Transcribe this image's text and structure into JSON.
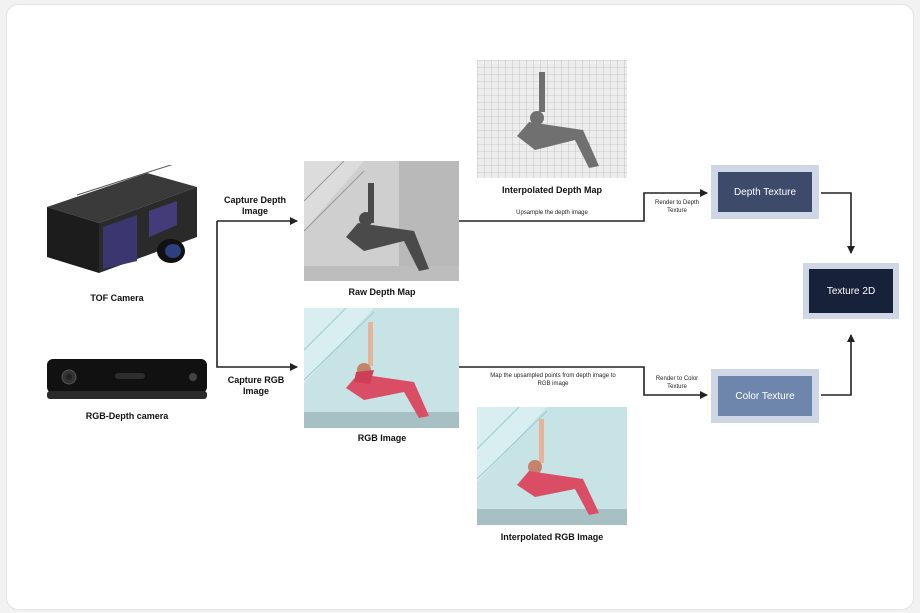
{
  "devices": {
    "tof_camera": "TOF Camera",
    "rgb_depth_camera": "RGB-Depth camera"
  },
  "steps": {
    "capture_depth": "Capture Depth Image",
    "capture_rgb": "Capture RGB Image",
    "upsample": "Upsample the depth image",
    "map_points": "Map the upsampled points from depth image to RGB image",
    "render_depth": "Render to Depth Texture",
    "render_color": "Render to Color Texture"
  },
  "images": {
    "raw_depth": "Raw Depth Map",
    "interpolated_depth": "Interpolated Depth Map",
    "rgb": "RGB Image",
    "interpolated_rgb": "Interpolated RGB Image"
  },
  "boxes": {
    "depth_texture": "Depth Texture",
    "color_texture": "Color Texture",
    "texture_2d": "Texture 2D"
  },
  "colors": {
    "depth_texture_bg": "#3d4a6a",
    "color_texture_bg": "#6f86ac",
    "texture_2d_bg": "#17213a",
    "box_halo": "#cfd6e6"
  }
}
